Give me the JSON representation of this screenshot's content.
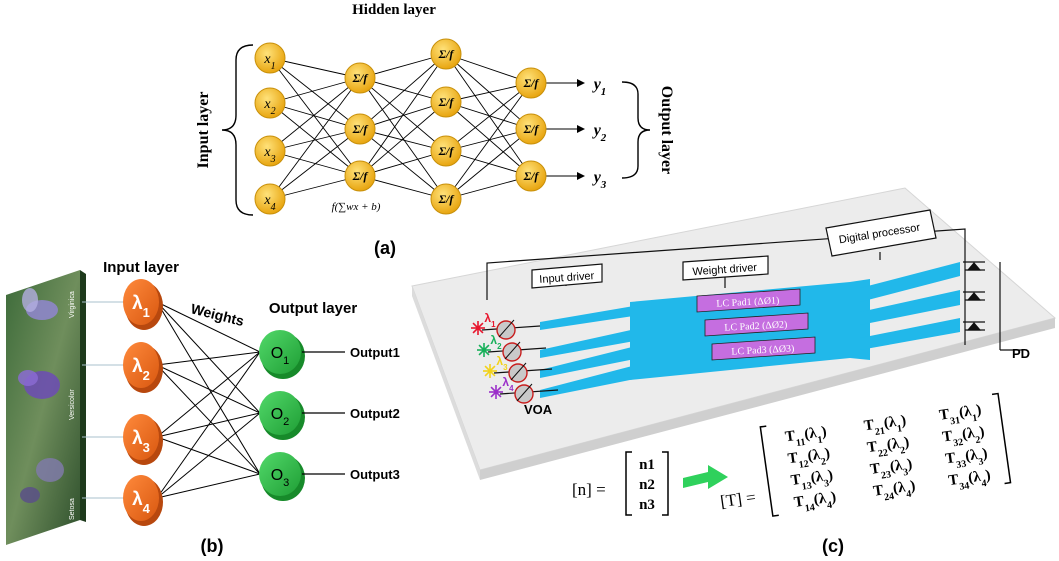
{
  "panel_a": {
    "hidden_layer_label": "Hidden layer",
    "input_layer_label": "Input layer",
    "output_layer_label": "Output layer",
    "inputs": [
      "x1",
      "x2",
      "x3",
      "x4"
    ],
    "hidden_node_label": "Σ/f",
    "outputs": [
      "y1",
      "y2",
      "y3"
    ],
    "formula": "f(∑wx + b)",
    "caption": "(a)"
  },
  "panel_b": {
    "input_layer_label": "Input layer",
    "weights_label": "Weights",
    "output_layer_label": "Output layer",
    "inputs": [
      "λ1",
      "λ2",
      "λ3",
      "λ4"
    ],
    "outputs": [
      "O1",
      "O2",
      "O3"
    ],
    "output_texts": [
      "Output1",
      "Output2",
      "Output3"
    ],
    "flower_names": [
      "Setosa",
      "Versicolor",
      "Virginica"
    ],
    "caption": "(b)"
  },
  "panel_c": {
    "input_driver": "Input driver",
    "weight_driver": "Weight driver",
    "digital_processor": "Digital processor",
    "lc_pads": [
      "LC Pad1 (ΔØ1)",
      "LC Pad2 (ΔØ2)",
      "LC Pad3 (ΔØ3)"
    ],
    "lambdas": [
      "λ1",
      "λ2",
      "λ3",
      "λ4"
    ],
    "voa_label": "VOA",
    "pd_label": "PD",
    "n_vector_lhs": "[n] =",
    "n_vector": [
      "n1",
      "n2",
      "n3"
    ],
    "t_matrix_lhs": "[T] =",
    "t_matrix": [
      [
        "T11(λ1)",
        "T21(λ1)",
        "T31(λ1)"
      ],
      [
        "T12(λ2)",
        "T22(λ2)",
        "T32(λ2)"
      ],
      [
        "T13(λ3)",
        "T23(λ3)",
        "T33(λ3)"
      ],
      [
        "T14(λ4)",
        "T24(λ4)",
        "T34(λ4)"
      ]
    ],
    "caption": "(c)"
  },
  "colors": {
    "node_yellow": "#F2B51C",
    "node_orange": "#EE6A1C",
    "node_green": "#2DB845",
    "waveguide_cyan": "#21B8EA",
    "lc_pad_purple": "#C56EE0",
    "arrow_green": "#2FD15C"
  }
}
